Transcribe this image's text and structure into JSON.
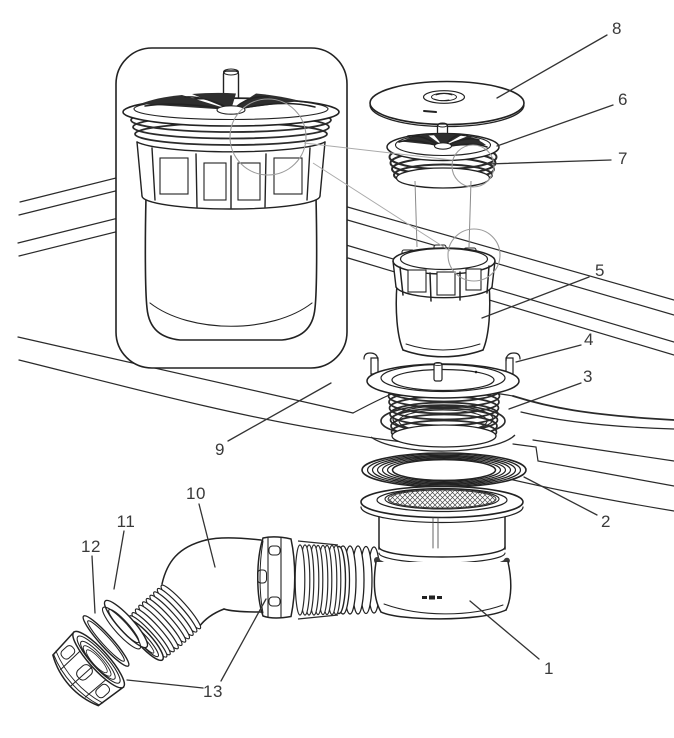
{
  "colors": {
    "background": "#ffffff",
    "ink": "#222222",
    "label": "#3a3a3a",
    "callout": "#9b9b9b"
  },
  "parts": [
    {
      "number": "1"
    },
    {
      "number": "2"
    },
    {
      "number": "3"
    },
    {
      "number": "4"
    },
    {
      "number": "5"
    },
    {
      "number": "6"
    },
    {
      "number": "7"
    },
    {
      "number": "8"
    },
    {
      "number": "9"
    },
    {
      "number": "10"
    },
    {
      "number": "11"
    },
    {
      "number": "12"
    },
    {
      "number": "13"
    }
  ]
}
